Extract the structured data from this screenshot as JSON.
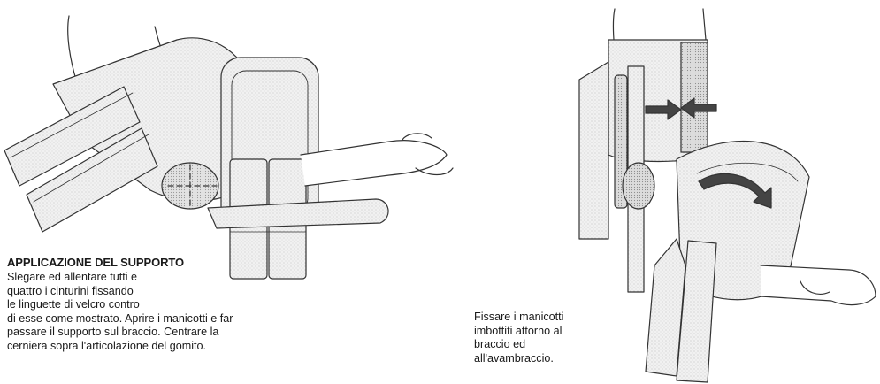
{
  "left_section": {
    "heading": "APPLICAZIONE DEL SUPPORTO",
    "lines": [
      "Slegare ed allentare tutti e",
      "quattro i cinturini fissando",
      "le linguette di velcro contro",
      "di esse come mostrato. Aprire i manicotti e far",
      "passare il supporto sul braccio. Centrare la",
      "cerniera sopra l'articolazione del gomito."
    ]
  },
  "right_section": {
    "lines": [
      "Fissare i manicotti",
      "imbottiti attorno al",
      "braccio ed",
      "all'avambraccio."
    ]
  }
}
